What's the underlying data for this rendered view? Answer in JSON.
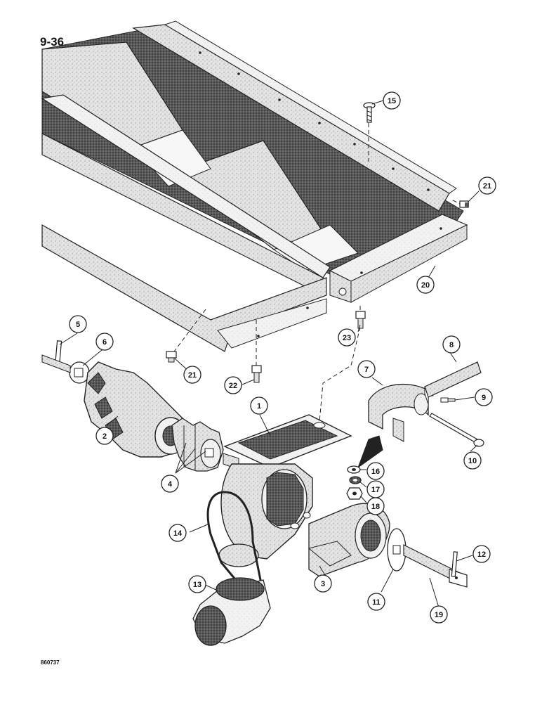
{
  "page_tag": "9-36",
  "drawing_number": "860737",
  "callouts": [
    {
      "n": "1"
    },
    {
      "n": "2"
    },
    {
      "n": "3"
    },
    {
      "n": "4"
    },
    {
      "n": "5"
    },
    {
      "n": "6"
    },
    {
      "n": "7"
    },
    {
      "n": "8"
    },
    {
      "n": "9"
    },
    {
      "n": "10"
    },
    {
      "n": "11"
    },
    {
      "n": "12"
    },
    {
      "n": "13"
    },
    {
      "n": "14"
    },
    {
      "n": "15"
    },
    {
      "n": "16"
    },
    {
      "n": "17"
    },
    {
      "n": "18"
    },
    {
      "n": "19"
    },
    {
      "n": "20"
    },
    {
      "n": "21"
    },
    {
      "n": "21"
    },
    {
      "n": "22"
    },
    {
      "n": "23"
    }
  ]
}
